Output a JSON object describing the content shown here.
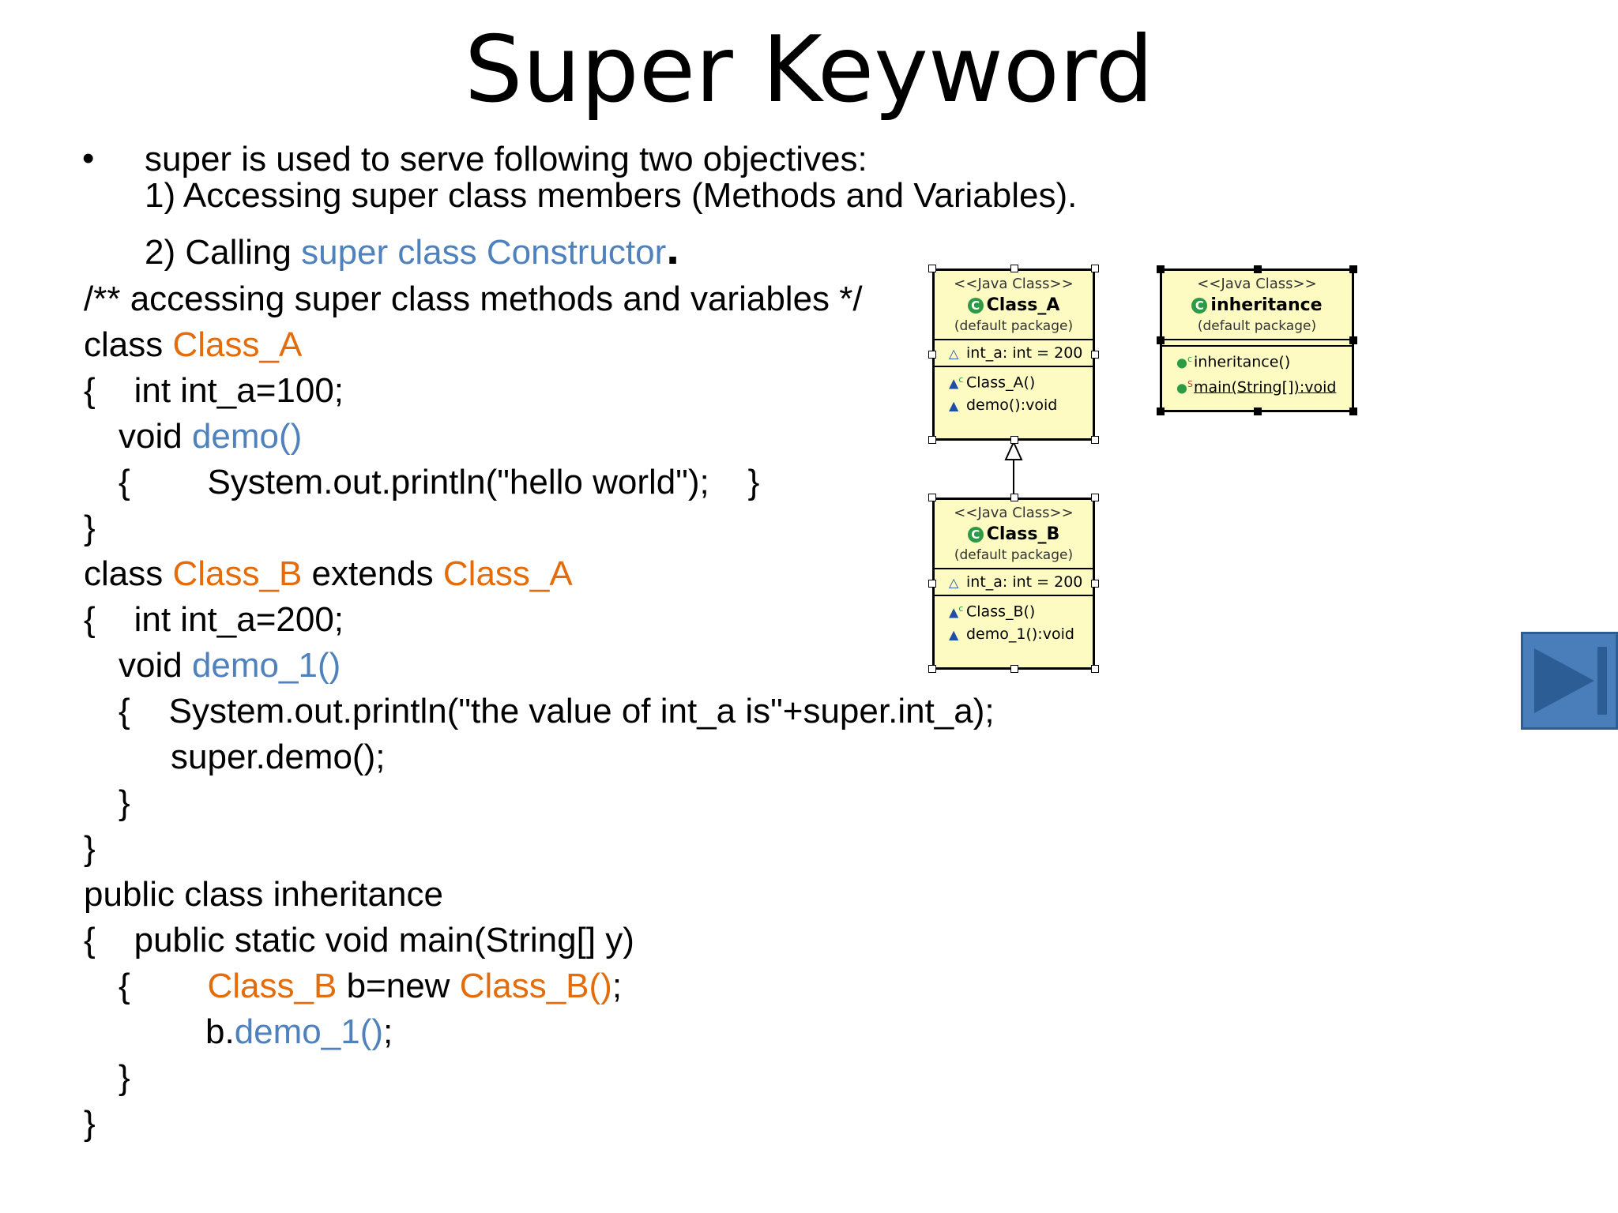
{
  "slide": {
    "title": "Super Keyword",
    "bullet": "•",
    "intro": {
      "line1": "super is used to serve following two objectives:",
      "line2": "1) Accessing super class members (Methods and Variables).",
      "line3_prefix": "2) Calling ",
      "line3_link": "super class Constructor",
      "line3_dot": "."
    },
    "code": {
      "l1": "/** accessing super class methods and variables */",
      "l2_a": "class ",
      "l2_b": "Class_A",
      "l3": "{    int int_a=100;",
      "l4_a": "void ",
      "l4_b": "demo()",
      "l5": "{        System.out.println(\"hello world\");    }",
      "l6": "}",
      "l7_a": "class ",
      "l7_b": "Class_B",
      "l7_c": " extends ",
      "l7_d": "Class_A",
      "l8": "{    int int_a=200;",
      "l9_a": "void ",
      "l9_b": "demo_1()",
      "l10": "{    System.out.println(\"the value of int_a is\"+super.int_a);",
      "l11": "super.demo();",
      "l12": "}",
      "l13": "}",
      "l14": "public class inheritance",
      "l15": "{    public static void main(String[] y)",
      "l16_a": "{        ",
      "l16_b": "Class_B",
      "l16_c": " b=new ",
      "l16_d": "Class_B()",
      "l16_e": ";",
      "l17_a": "b.",
      "l17_b": "demo_1()",
      "l17_c": ";",
      "l18": "}",
      "l19": "}"
    }
  },
  "uml": {
    "class_a": {
      "stereotype": "<<Java Class>>",
      "name": "Class_A",
      "package": "(default package)",
      "field": "int_a: int = 200",
      "methods": [
        "Class_A()",
        "demo():void"
      ]
    },
    "class_b": {
      "stereotype": "<<Java Class>>",
      "name": "Class_B",
      "package": "(default package)",
      "field": "int_a: int = 200",
      "methods": [
        "Class_B()",
        "demo_1():void"
      ]
    },
    "inheritance": {
      "stereotype": "<<Java Class>>",
      "name": "inheritance",
      "package": "(default package)",
      "methods": [
        "inheritance()",
        "main(String[]):void"
      ]
    }
  },
  "icons": {
    "class_icon": "C",
    "constructor_marker": "c",
    "static_marker": "S",
    "next_button": "play-next-icon"
  }
}
